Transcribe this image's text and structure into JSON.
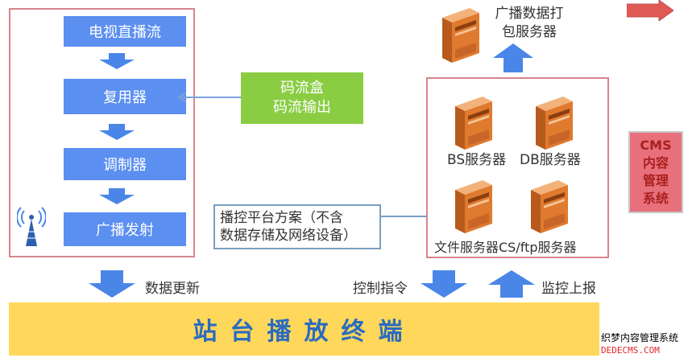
{
  "chain": {
    "steps": [
      "电视直播流",
      "复用器",
      "调制器",
      "广播发射"
    ]
  },
  "mux_source": {
    "line1": "码流盒",
    "line2": "码流输出"
  },
  "packaging_server": {
    "line1": "广播数据打",
    "line2": "包服务器"
  },
  "servers": {
    "bs": "BS服务器",
    "db": "DB服务器",
    "file_ftp": "文件服务器CS/ftp服务器"
  },
  "control_platform": {
    "line1": "播控平台方案（不含",
    "line2": "数据存储及网络设备）"
  },
  "cms": {
    "lines": [
      "CMS",
      "内容",
      "管理",
      "系统"
    ]
  },
  "flows": {
    "data_update": "数据更新",
    "control_command": "控制指令",
    "monitor_report": "监控上报"
  },
  "terminal": {
    "label": "站台播放终端"
  },
  "watermark": {
    "line1": "织梦内容管理系统",
    "line2": "DEDECMS.COM"
  },
  "colors": {
    "step_blue": "#5b8ff0",
    "arrow_blue": "#4a86e8",
    "green": "#8acd43",
    "panel_border": "#d9848c",
    "server_orange": "#e07a2e",
    "terminal_yellow": "#ffd75a",
    "cms_red": "#e8707a"
  }
}
